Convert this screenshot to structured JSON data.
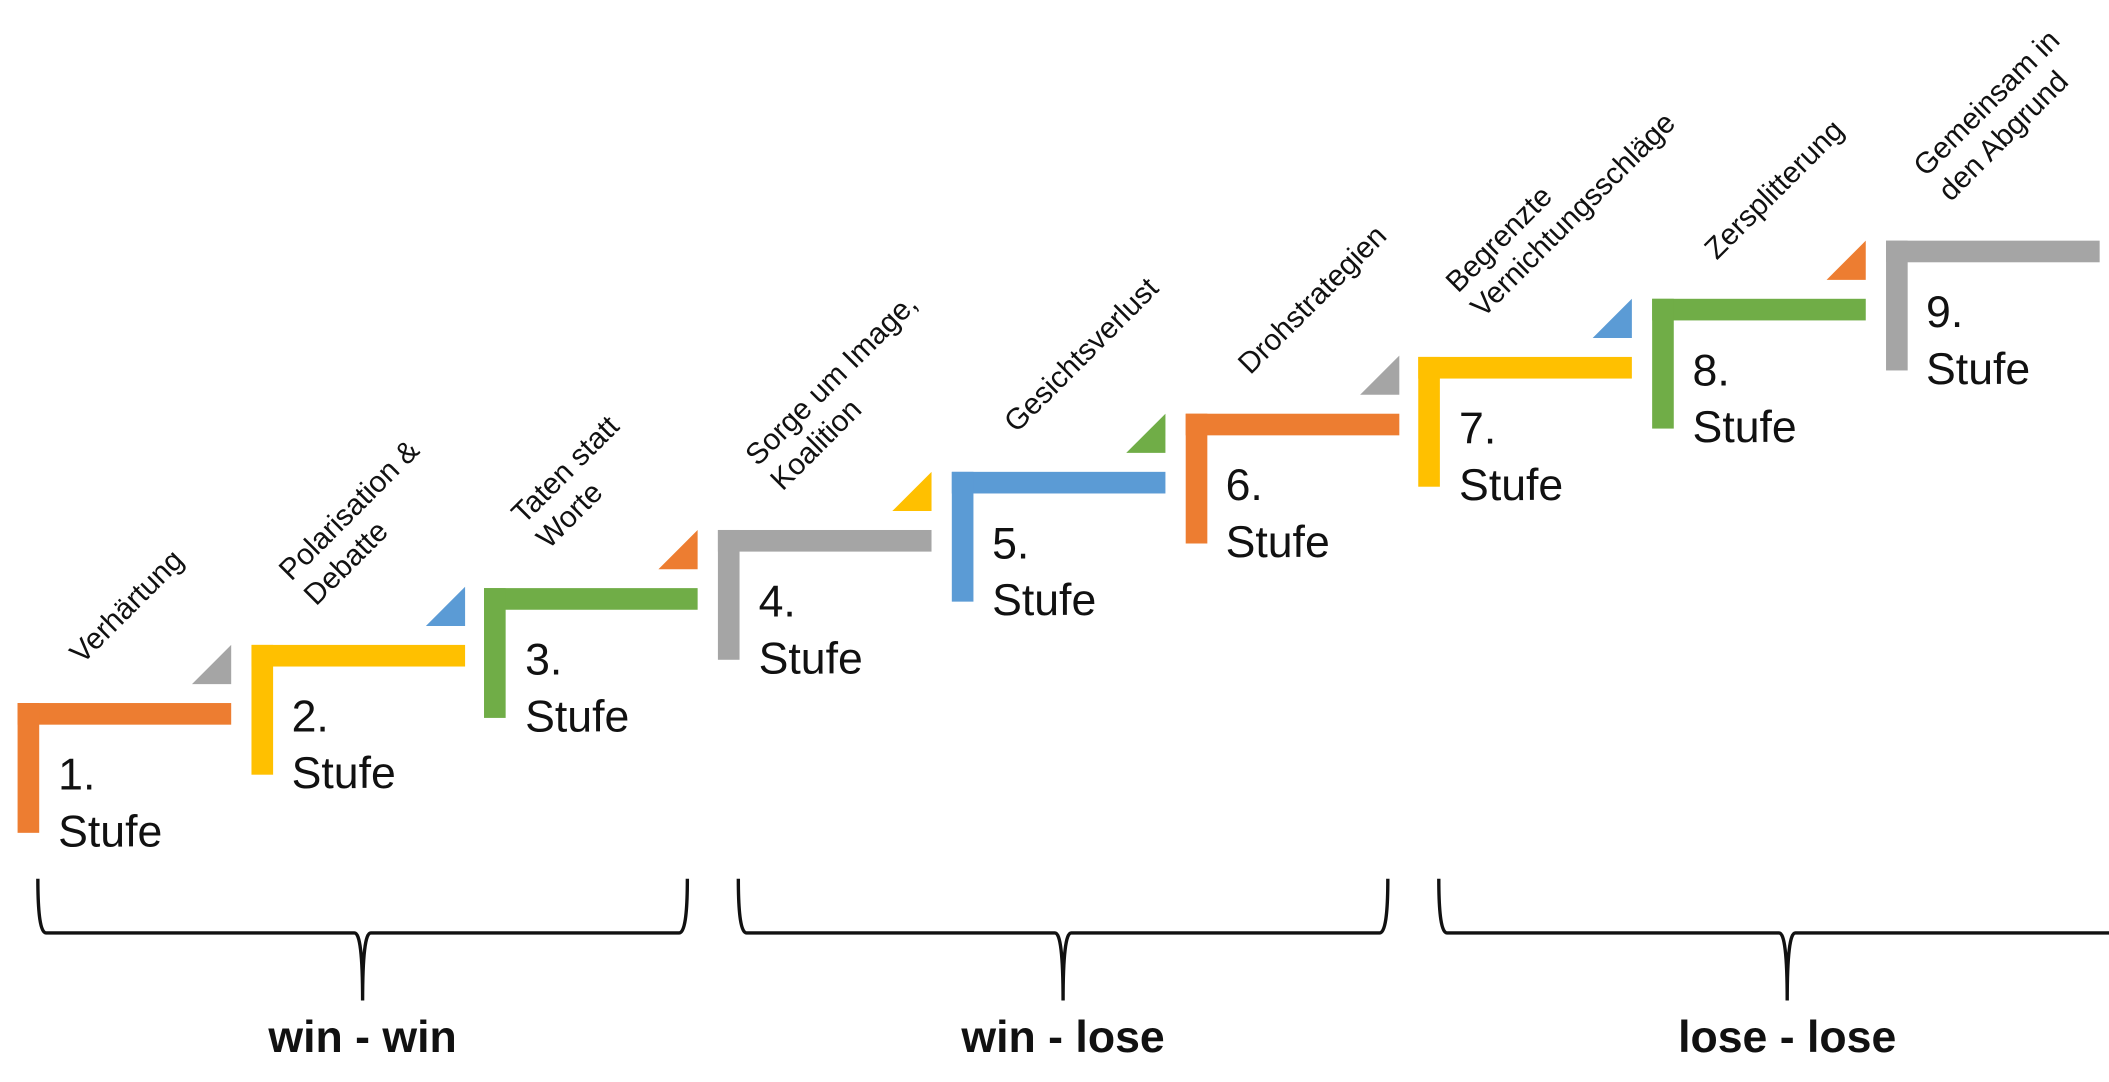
{
  "title": "Konflikteskalation nach Glasl – 9 Stufen",
  "colors": {
    "orange": "#ED7D31",
    "yellow": "#FFC000",
    "green": "#70AD47",
    "gray": "#A5A5A5",
    "blue": "#5B9BD5"
  },
  "steps": [
    {
      "number": "1.",
      "word": "Stufe",
      "label": "Verhärtung",
      "color": "#ED7D31",
      "marker": "#A5A5A5"
    },
    {
      "number": "2.",
      "word": "Stufe",
      "label": "Polarisation &\nDebatte",
      "color": "#FFC000",
      "marker": "#5B9BD5"
    },
    {
      "number": "3.",
      "word": "Stufe",
      "label": "Taten statt\nWorte",
      "color": "#70AD47",
      "marker": "#ED7D31"
    },
    {
      "number": "4.",
      "word": "Stufe",
      "label": "Sorge um Image,\nKoalition",
      "color": "#A5A5A5",
      "marker": "#FFC000"
    },
    {
      "number": "5.",
      "word": "Stufe",
      "label": "Gesichtsverlust",
      "color": "#5B9BD5",
      "marker": "#70AD47"
    },
    {
      "number": "6.",
      "word": "Stufe",
      "label": "Drohstrategien",
      "color": "#ED7D31",
      "marker": "#A5A5A5"
    },
    {
      "number": "7.",
      "word": "Stufe",
      "label": "Begrenzte\nVernichtungsschläge",
      "color": "#FFC000",
      "marker": "#5B9BD5"
    },
    {
      "number": "8.",
      "word": "Stufe",
      "label": "Zersplitterung",
      "color": "#70AD47",
      "marker": "#ED7D31"
    },
    {
      "number": "9.",
      "word": "Stufe",
      "label": "Gemeinsam in\nden Abgrund",
      "color": "#A5A5A5",
      "marker": null
    }
  ],
  "groups": [
    {
      "label": "win - win",
      "from": 1,
      "to": 3
    },
    {
      "label": "win - lose",
      "from": 4,
      "to": 6
    },
    {
      "label": "lose - lose",
      "from": 7,
      "to": 9
    }
  ]
}
